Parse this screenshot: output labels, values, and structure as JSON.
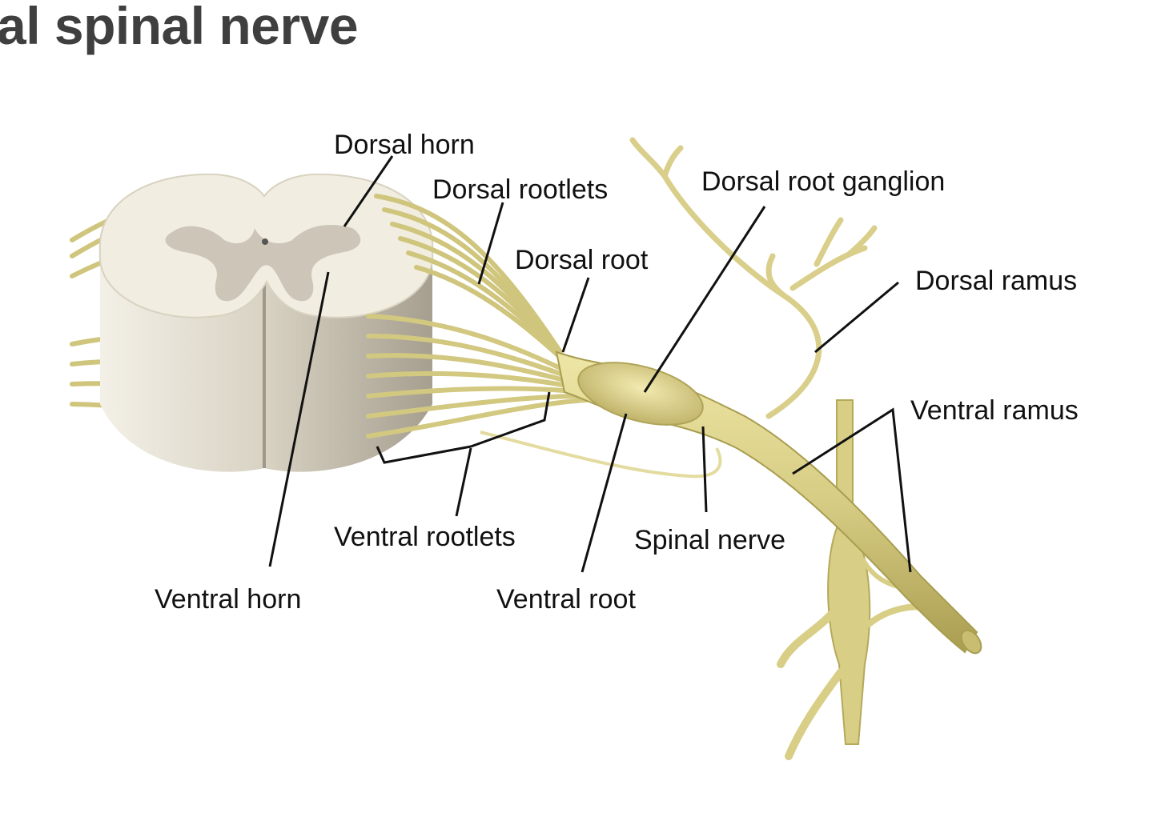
{
  "title": "al spinal nerve",
  "labels": {
    "dorsal_horn": "Dorsal horn",
    "dorsal_rootlets": "Dorsal rootlets",
    "dorsal_root": "Dorsal root",
    "dorsal_root_ganglion": "Dorsal root ganglion",
    "dorsal_ramus": "Dorsal ramus",
    "ventral_ramus": "Ventral ramus",
    "ventral_rootlets": "Ventral rootlets",
    "spinal_nerve": "Spinal nerve",
    "ventral_root": "Ventral root",
    "ventral_horn": "Ventral horn"
  },
  "colors": {
    "nerve": "#d8d08a",
    "nerve_dark": "#b5a95a",
    "white_matter": "#f1ede0",
    "gray_matter": "#cdc6b8",
    "cord_side": "#d9d4c6"
  }
}
